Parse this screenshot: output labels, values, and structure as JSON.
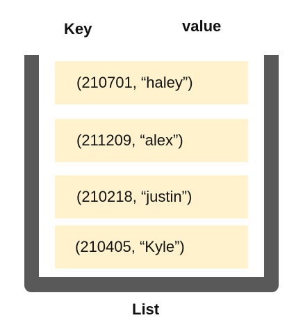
{
  "header": {
    "key_label": "Key",
    "value_label": "value"
  },
  "list": {
    "label": "List",
    "entries": [
      "(210701, “haley”)",
      "(211209, “alex”)",
      "(210218, “justin”)",
      "(210405, “Kyle”)"
    ]
  },
  "colors": {
    "container": "#595959",
    "entry_fill": "#fff2cc",
    "text": "#111111"
  }
}
